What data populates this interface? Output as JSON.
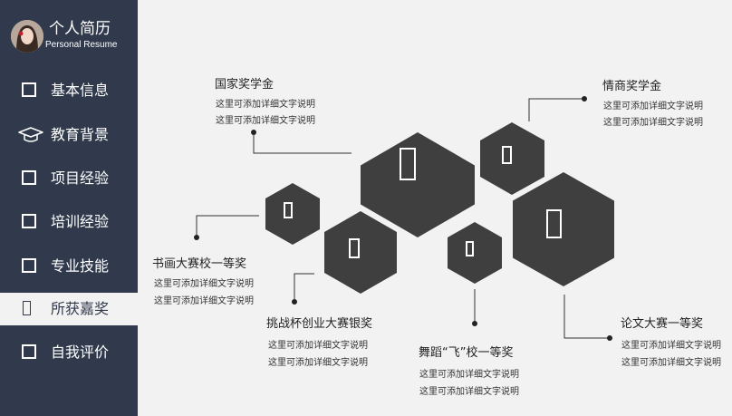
{
  "sidebar": {
    "title": "个人简历",
    "subtitle": "Personal Resume",
    "items": [
      {
        "label": "基本信息",
        "icon": "square-icon"
      },
      {
        "label": "教育背景",
        "icon": "graduation-cap-icon"
      },
      {
        "label": "项目经验",
        "icon": "square-icon"
      },
      {
        "label": "培训经验",
        "icon": "square-icon"
      },
      {
        "label": "专业技能",
        "icon": "square-icon"
      },
      {
        "label": "所获嘉奖",
        "icon": "placeholder-glyph-icon",
        "active": true
      },
      {
        "label": "自我评价",
        "icon": "square-icon"
      }
    ]
  },
  "awards": [
    {
      "title": "国家奖学金",
      "desc1": "这里可添加详细文字说明",
      "desc2": "这里可添加详细文字说明"
    },
    {
      "title": "情商奖学金",
      "desc1": "这里可添加详细文字说明",
      "desc2": "这里可添加详细文字说明"
    },
    {
      "title": "书画大赛校一等奖",
      "desc1": "这里可添加详细文字说明",
      "desc2": "这里可添加详细文字说明"
    },
    {
      "title": "挑战杯创业大赛银奖",
      "desc1": "这里可添加详细文字说明",
      "desc2": "这里可添加详细文字说明"
    },
    {
      "title": "舞蹈“飞”校一等奖",
      "desc1": "这里可添加详细文字说明",
      "desc2": "这里可添加详细文字说明"
    },
    {
      "title": "论文大赛一等奖",
      "desc1": "这里可添加详细文字说明",
      "desc2": "这里可添加详细文字说明"
    }
  ],
  "colors": {
    "sidebar": "#303a4c",
    "hexagon": "#3f3f3f",
    "background": "#f2f2f2"
  }
}
